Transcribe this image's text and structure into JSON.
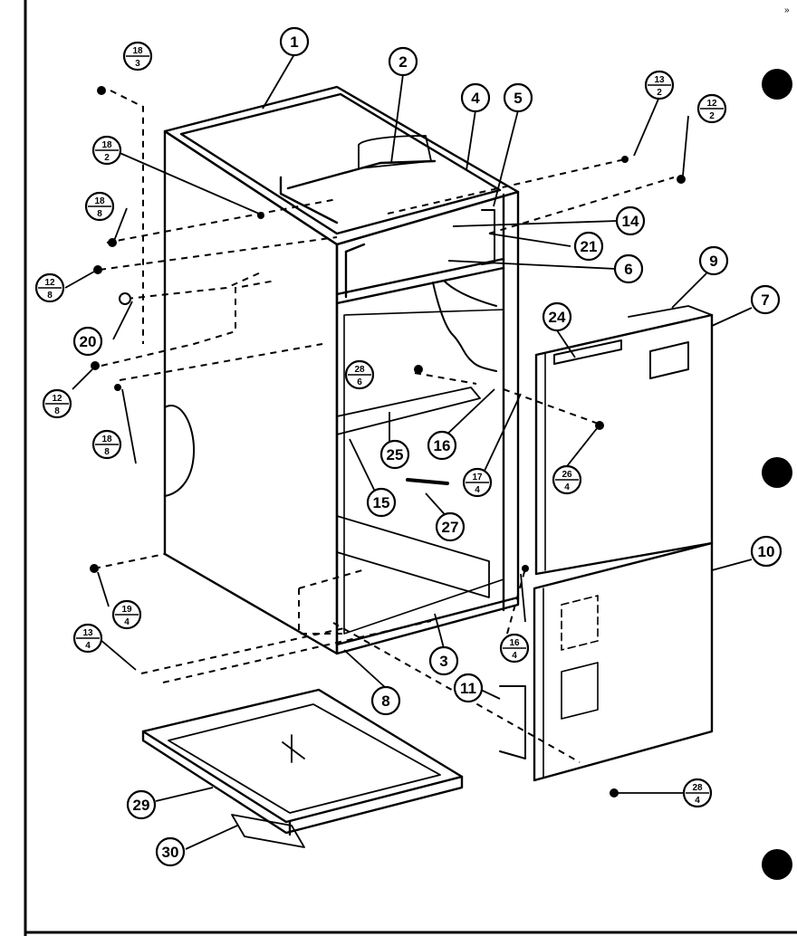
{
  "corner_mark": "»",
  "callouts": [
    {
      "id": "c1",
      "label": "1"
    },
    {
      "id": "c2",
      "label": "2"
    },
    {
      "id": "c3",
      "label": "3"
    },
    {
      "id": "c4",
      "label": "4"
    },
    {
      "id": "c5",
      "label": "5"
    },
    {
      "id": "c6",
      "label": "6"
    },
    {
      "id": "c7",
      "label": "7"
    },
    {
      "id": "c8",
      "label": "8"
    },
    {
      "id": "c9",
      "label": "9"
    },
    {
      "id": "c10",
      "label": "10"
    },
    {
      "id": "c11",
      "label": "11"
    },
    {
      "id": "c14",
      "label": "14"
    },
    {
      "id": "c15",
      "label": "15"
    },
    {
      "id": "c16",
      "label": "16"
    },
    {
      "id": "c20",
      "label": "20"
    },
    {
      "id": "c21",
      "label": "21"
    },
    {
      "id": "c24",
      "label": "24"
    },
    {
      "id": "c25",
      "label": "25"
    },
    {
      "id": "c27",
      "label": "27"
    },
    {
      "id": "c29",
      "label": "29"
    },
    {
      "id": "c30",
      "label": "30"
    }
  ],
  "fraction_callouts": [
    {
      "id": "f18_3",
      "top": "18",
      "bottom": "3"
    },
    {
      "id": "f18_2",
      "top": "18",
      "bottom": "2"
    },
    {
      "id": "f18_8a",
      "top": "18",
      "bottom": "8"
    },
    {
      "id": "f12_8a",
      "top": "12",
      "bottom": "8"
    },
    {
      "id": "f12_8b",
      "top": "12",
      "bottom": "8"
    },
    {
      "id": "f18_8b",
      "top": "18",
      "bottom": "8"
    },
    {
      "id": "f19_4",
      "top": "19",
      "bottom": "4"
    },
    {
      "id": "f13_4",
      "top": "13",
      "bottom": "4"
    },
    {
      "id": "f13_2",
      "top": "13",
      "bottom": "2"
    },
    {
      "id": "f12_2",
      "top": "12",
      "bottom": "2"
    },
    {
      "id": "f28_6",
      "top": "28",
      "bottom": "6"
    },
    {
      "id": "f17_4",
      "top": "17",
      "bottom": "4"
    },
    {
      "id": "f26_4",
      "top": "26",
      "bottom": "4"
    },
    {
      "id": "f16_4",
      "top": "16",
      "bottom": "4"
    },
    {
      "id": "f28_4",
      "top": "28",
      "bottom": "4"
    }
  ]
}
